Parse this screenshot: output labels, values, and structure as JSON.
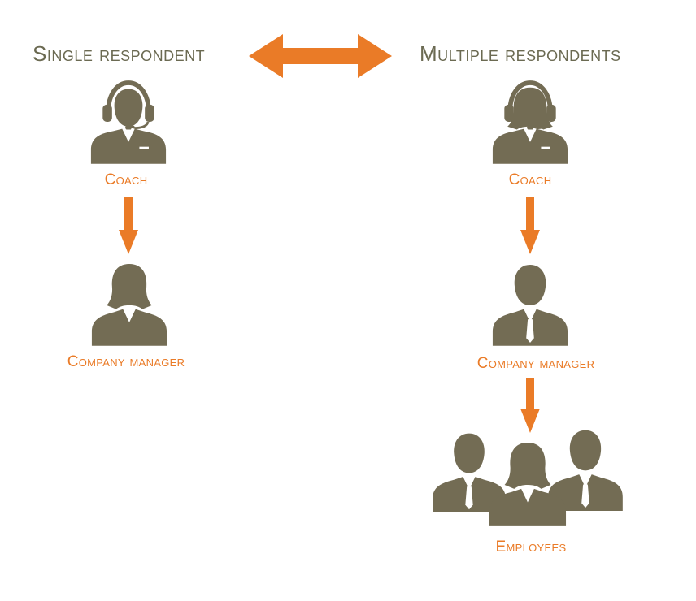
{
  "colors": {
    "accent": "#ea7b27",
    "figure": "#736c54",
    "heading": "#6b6a52"
  },
  "headings": {
    "left": "Single respondent",
    "right": "Multiple respondents"
  },
  "left_column": {
    "top_role": "Coach",
    "bottom_role": "Company manager",
    "top_icon": "headset-person-icon",
    "bottom_icon": "businesswoman-icon"
  },
  "right_column": {
    "top_role": "Coach",
    "middle_role": "Company manager",
    "bottom_role": "Employees",
    "top_icon": "headset-woman-icon",
    "middle_icon": "businessman-icon",
    "bottom_icon": "employee-group-icon"
  }
}
